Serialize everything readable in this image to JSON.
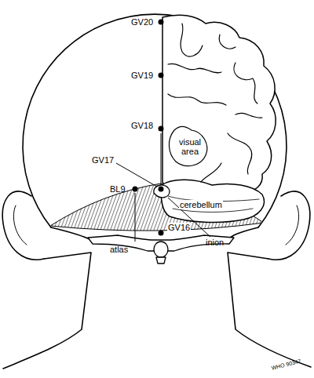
{
  "diagram": {
    "labels": [
      "GV20",
      "GV19",
      "GV18",
      "visual area",
      "GV17",
      "BL9",
      "cerebellum",
      "inion",
      "GV16",
      "atlas",
      "WHO 90347"
    ]
  }
}
